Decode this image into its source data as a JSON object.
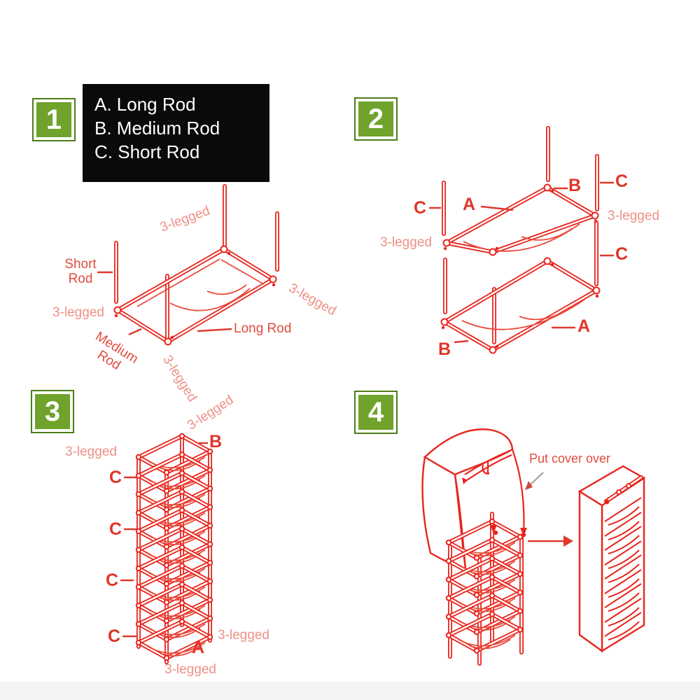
{
  "colors": {
    "line_red": "#e8251d",
    "label_red": "#e14b3e",
    "light_red": "#ee9086",
    "abc_red": "#e03527",
    "badge_green": "#6fa32b",
    "badge_border": "#4d7d16",
    "legend_bg": "#0a0a0a",
    "legend_text": "#ffffff",
    "footer_band": "#f3f3f4"
  },
  "step1": {
    "badge": "1",
    "legend": [
      "A. Long Rod",
      "B. Medium Rod",
      "C. Short Rod"
    ],
    "labels": {
      "top": "3-legged",
      "short_rod": "Short Rod",
      "left": "3-legged",
      "medium_rod": "Medium Rod",
      "bottom": "3-legged",
      "long_rod": "Long Rod",
      "right": "3-legged"
    }
  },
  "step2": {
    "badge": "2",
    "labels": {
      "c_left": "C",
      "a_top": "A",
      "b_top": "B",
      "c_right_top": "C",
      "right": "3-legged",
      "c_right_bottom": "C",
      "left": "3-legged",
      "a_bottom": "A",
      "b_bottom": "B"
    }
  },
  "step3": {
    "badge": "3",
    "labels": {
      "top": "3-legged",
      "b_top": "B",
      "left": "3-legged",
      "c1": "C",
      "c2": "C",
      "c3": "C",
      "c4": "C",
      "a_bottom": "A",
      "right": "3-legged",
      "bottom": "3-legged"
    }
  },
  "step4": {
    "badge": "4",
    "labels": {
      "put_cover_over": "Put cover over"
    }
  }
}
